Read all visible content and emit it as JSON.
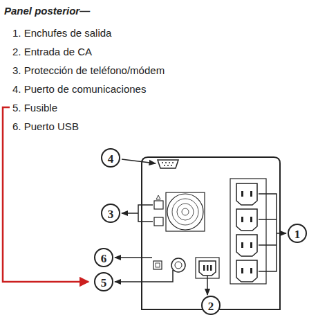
{
  "diagram": {
    "title": "Panel posterior—",
    "labels": [
      "1. Enchufes de salida",
      "2. Entrada de CA",
      "3. Protección de teléfono/módem",
      "4. Puerto de comunicaciones",
      "5. Fusible",
      "6. Puerto USB",
      "4",
      "3",
      "6",
      "5",
      "2",
      "1"
    ]
  }
}
